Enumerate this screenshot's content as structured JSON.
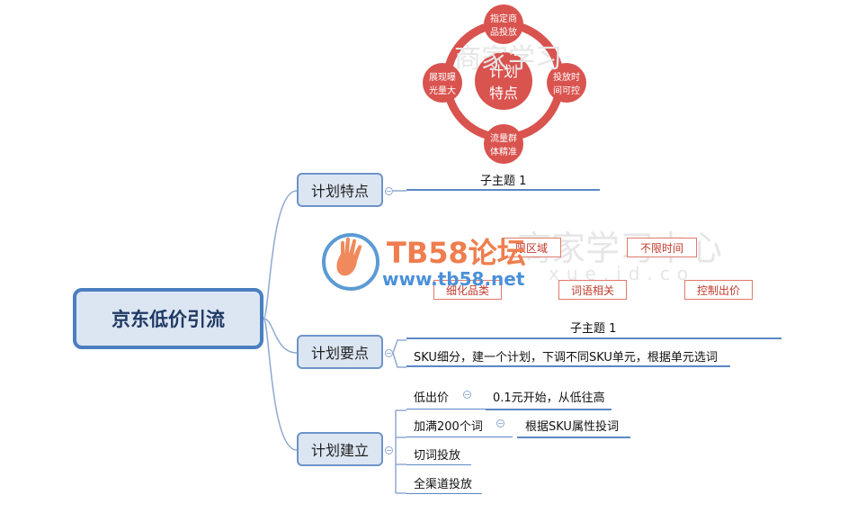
{
  "title": "京东低价引流",
  "circle_diagram": {
    "center": [
      "计划",
      "特点"
    ],
    "top": [
      "指定商",
      "品投放"
    ],
    "right": [
      "投放时",
      "间可控"
    ],
    "bottom": [
      "流量群",
      "体精准"
    ],
    "left": [
      "展现曝",
      "光量大"
    ]
  },
  "branches": {
    "features": {
      "label": "计划特点",
      "subtopic": "子主题 1",
      "tags": [
        "限区域",
        "不限时间",
        "细化品类",
        "词语相关",
        "控制出价"
      ]
    },
    "points": {
      "label": "计划要点",
      "subtopic": "子主题 1",
      "detail": "SKU细分，建一个计划，下调不同SKU单元，根据单元选词"
    },
    "build": {
      "label": "计划建立",
      "items": [
        {
          "label": "低出价",
          "detail": "0.1元开始，从低往高"
        },
        {
          "label": "加满200个词",
          "detail": "根据SKU属性投词"
        },
        {
          "label": "切词投放",
          "detail": ""
        },
        {
          "label": "全渠道投放",
          "detail": ""
        }
      ]
    }
  },
  "watermark": {
    "logo_text": "TB58论坛",
    "url": "www.tb58.net",
    "bg_text": "商家学习中心",
    "bg_text_small": "商家学习",
    "bg_url": "xue.jd.co"
  },
  "colors": {
    "accent": "#4a7fc1",
    "node_fill": "#dce6f2",
    "circle_red": "#d9534f",
    "tag_border": "#e07a6a"
  }
}
